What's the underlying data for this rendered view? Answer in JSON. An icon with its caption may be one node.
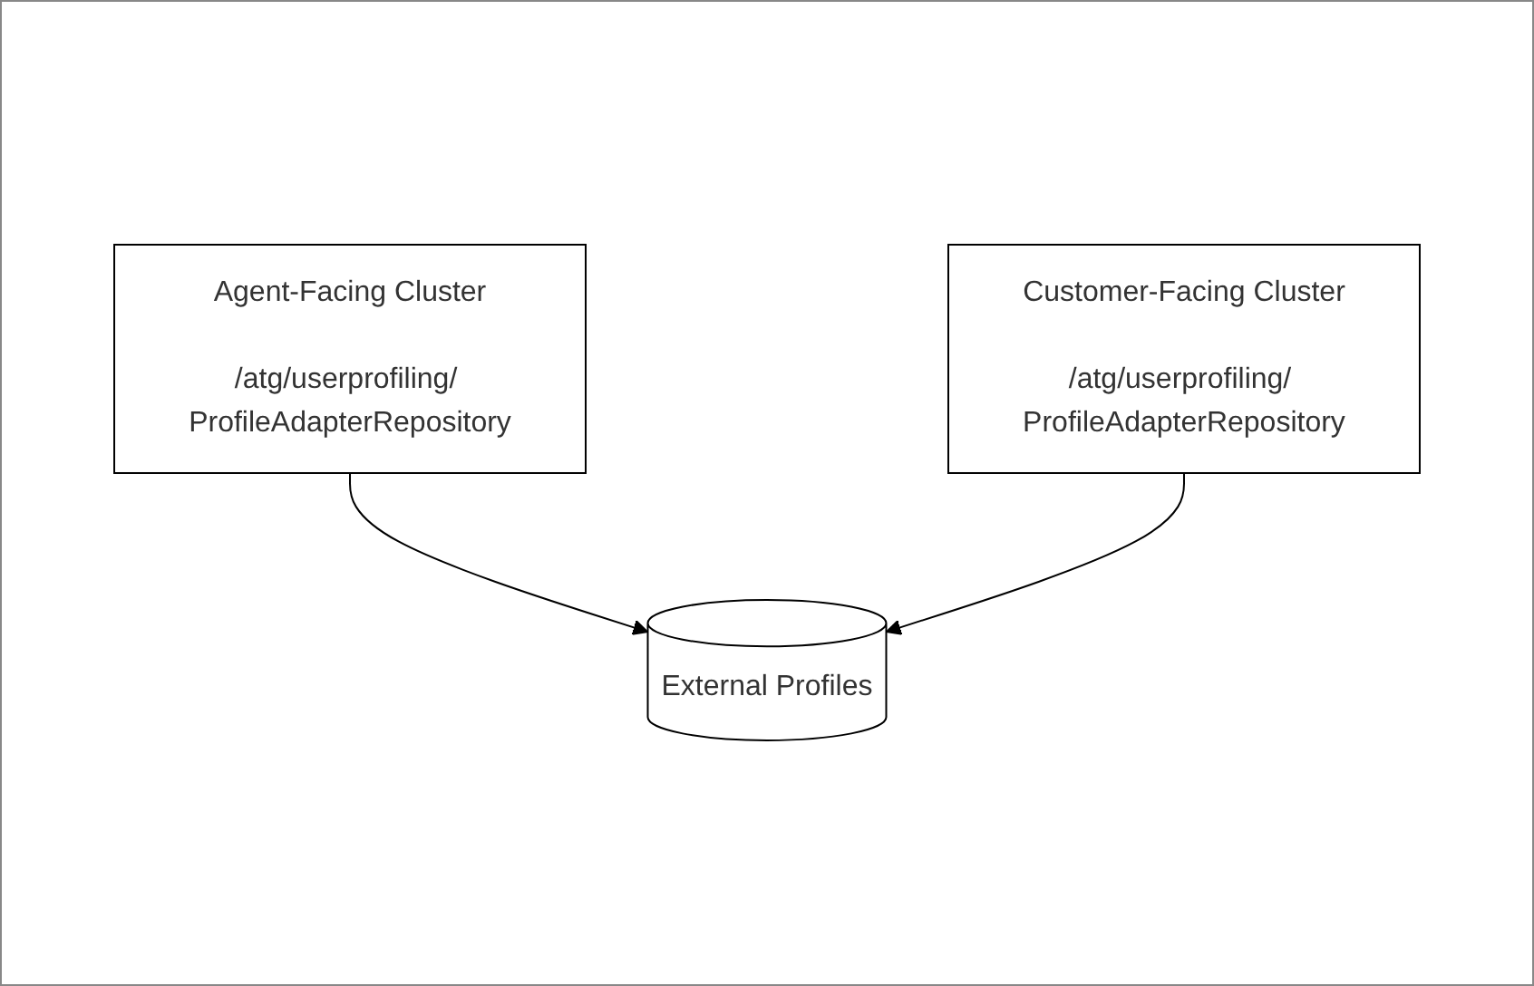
{
  "diagram": {
    "nodes": [
      {
        "text": [
          "Agent-Facing Cluster",
          "/atg/userprofiling/ ProfileAdapterRepository"
        ]
      },
      {
        "text": [
          "Customer-Facing Cluster",
          "/atg/userprofiling/ ProfileAdapterRepository"
        ]
      },
      {
        "text": [
          "External Profiles"
        ]
      }
    ],
    "edges": [
      {
        "from": 0,
        "to": 2,
        "arrow": "to"
      },
      {
        "from": 1,
        "to": 2,
        "arrow": "to"
      }
    ]
  }
}
